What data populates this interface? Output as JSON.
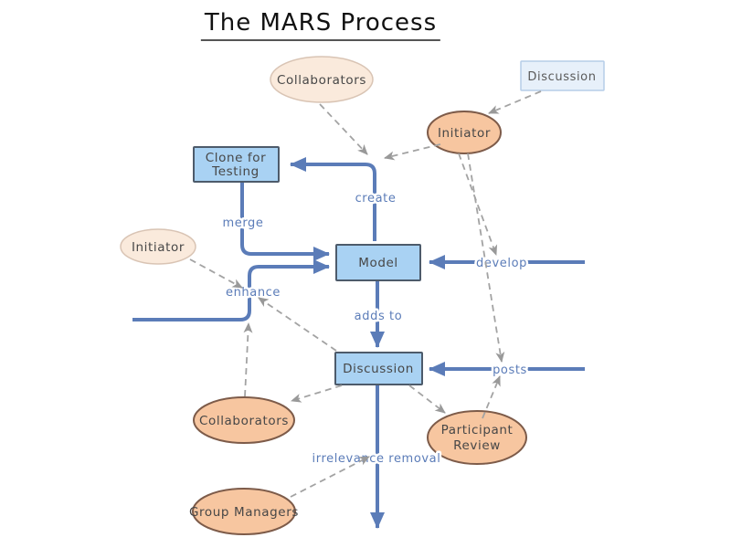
{
  "title": "The MARS Process",
  "colors": {
    "solid_edge": "#5b7cb8",
    "dashed_edge": "#a3a3a3",
    "process_box_fill": "#a9d2f3",
    "process_box_border": "#4d5b6b",
    "source_box_fill": "#e7f0fa",
    "source_box_border": "#b5cde8",
    "actor_light_fill": "#faeadc",
    "actor_light_border": "#d9c4b4",
    "actor_orange_fill": "#f7c6a0",
    "actor_orange_border": "#7d5b49",
    "edge_label_color": "#5b7cb8"
  },
  "nodes": {
    "collaborators_top": {
      "label": "Collaborators"
    },
    "discussion_source": {
      "label": "Discussion"
    },
    "initiator_right": {
      "label": "Initiator"
    },
    "clone_for_testing": {
      "line1": "Clone for",
      "line2": "Testing"
    },
    "initiator_left": {
      "label": "Initiator"
    },
    "model": {
      "label": "Model"
    },
    "discussion_main": {
      "label": "Discussion"
    },
    "collaborators_bottom": {
      "label": "Collaborators"
    },
    "participant_review": {
      "line1": "Participant",
      "line2": "Review"
    },
    "group_managers": {
      "label": "Group Managers"
    }
  },
  "edge_labels": {
    "create": "create",
    "merge": "merge",
    "enhance": "enhance",
    "develop": "develop",
    "adds_to": "adds to",
    "posts": "posts",
    "irrelevance_removal": "irrelevance removal"
  }
}
